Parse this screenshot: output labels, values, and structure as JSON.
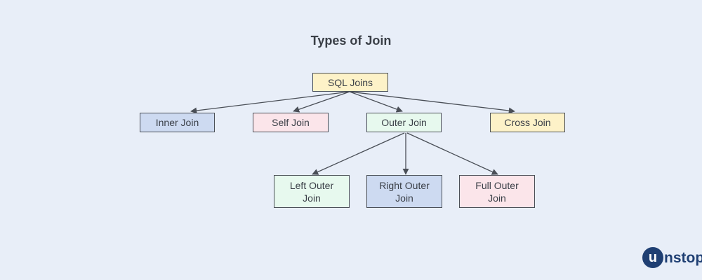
{
  "title": "Types of Join",
  "nodes": {
    "root": "SQL Joins",
    "inner": "Inner Join",
    "self": "Self Join",
    "outer": "Outer Join",
    "cross": "Cross Join",
    "left_outer": "Left Outer Join",
    "right_outer": "Right Outer Join",
    "full_outer": "Full Outer Join"
  },
  "logo": {
    "circle_letter": "u",
    "rest": "nstop"
  },
  "colors": {
    "background": "#e8eef8",
    "yellow": "#fdf2c8",
    "blue": "#cddaf1",
    "pink": "#fbe5ea",
    "green": "#e7f9ee",
    "logo": "#1f3f73"
  }
}
